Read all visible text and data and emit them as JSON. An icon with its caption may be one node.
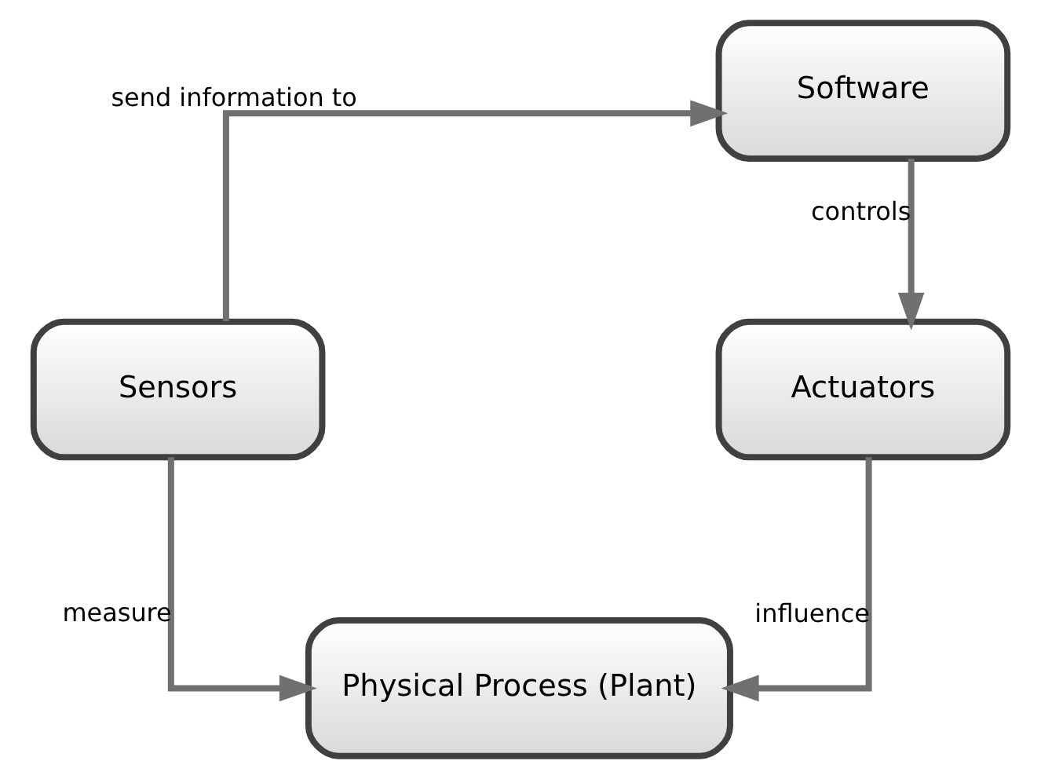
{
  "diagram": {
    "nodes": [
      {
        "text": [
          "Software"
        ]
      },
      {
        "text": [
          "Sensors"
        ]
      },
      {
        "text": [
          "Actuators"
        ]
      },
      {
        "text": [
          "Physical Process (Plant)"
        ]
      }
    ],
    "edges": [
      {
        "from": 1,
        "to": 0,
        "arrow": "to",
        "label": "send information to"
      },
      {
        "from": 0,
        "to": 2,
        "arrow": "to",
        "label": "controls"
      },
      {
        "from": 2,
        "to": 3,
        "arrow": "to",
        "label": "influence"
      },
      {
        "from": 1,
        "to": 3,
        "arrow": "to",
        "label": "measure"
      }
    ]
  }
}
